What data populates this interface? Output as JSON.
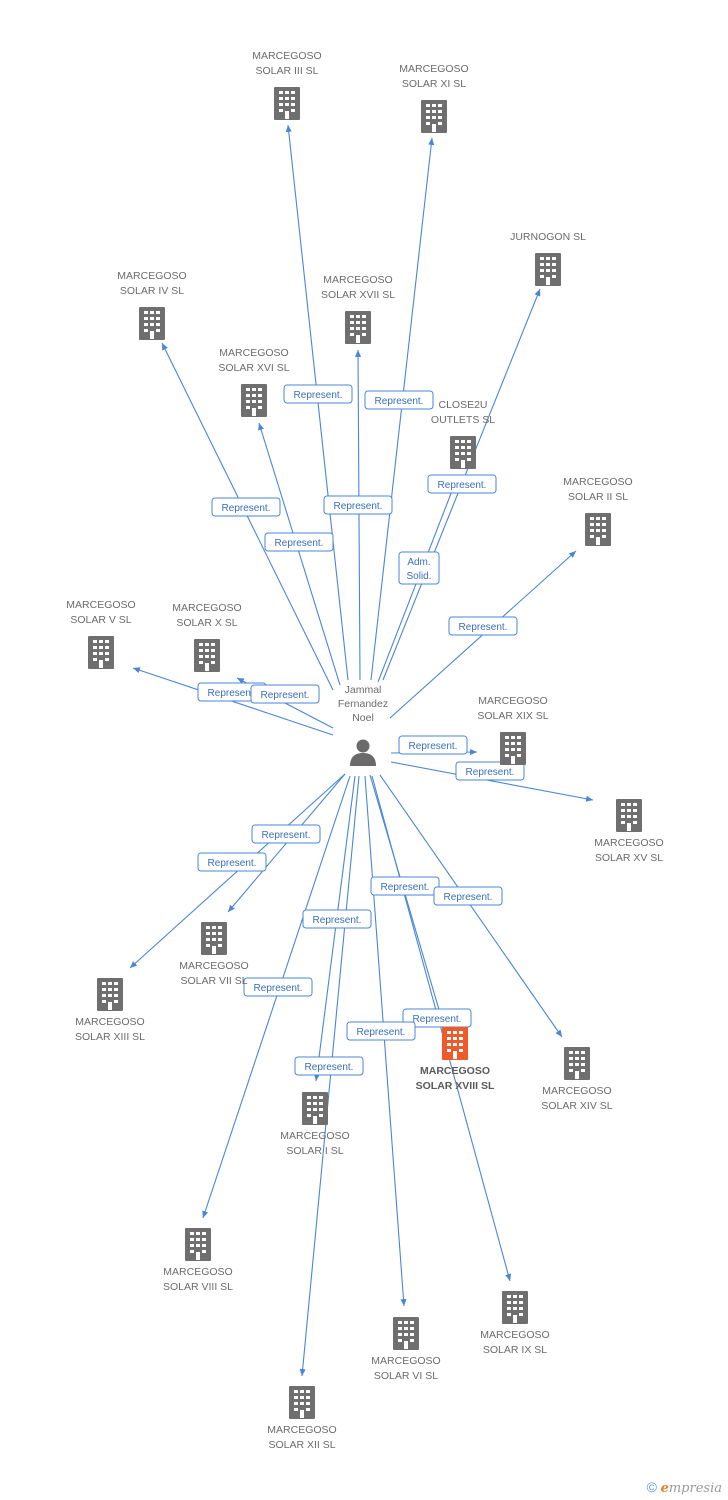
{
  "colors": {
    "edge": "#4a86d4",
    "node": "#6f6f6f",
    "highlight": "#f05a28",
    "person": "#6a6a6a"
  },
  "center": {
    "label": [
      "Jammal",
      "Fernandez",
      "Noel"
    ],
    "icon": "person-icon"
  },
  "nodes": [
    {
      "id": "iii",
      "label": [
        "MARCEGOSO",
        "SOLAR III SL"
      ]
    },
    {
      "id": "xi",
      "label": [
        "MARCEGOSO",
        "SOLAR XI SL"
      ]
    },
    {
      "id": "jurn",
      "label": [
        "JURNOGON  SL"
      ]
    },
    {
      "id": "iv",
      "label": [
        "MARCEGOSO",
        "SOLAR IV SL"
      ]
    },
    {
      "id": "xvii",
      "label": [
        "MARCEGOSO",
        "SOLAR XVII SL"
      ]
    },
    {
      "id": "xvi",
      "label": [
        "MARCEGOSO",
        "SOLAR XVI SL"
      ]
    },
    {
      "id": "close",
      "label": [
        "CLOSE2U",
        "OUTLETS SL"
      ]
    },
    {
      "id": "ii",
      "label": [
        "MARCEGOSO",
        "SOLAR II SL"
      ]
    },
    {
      "id": "v",
      "label": [
        "MARCEGOSO",
        "SOLAR V SL"
      ]
    },
    {
      "id": "x",
      "label": [
        "MARCEGOSO",
        "SOLAR X SL"
      ]
    },
    {
      "id": "xix",
      "label": [
        "MARCEGOSO",
        "SOLAR XIX SL"
      ]
    },
    {
      "id": "xv",
      "label": [
        "MARCEGOSO",
        "SOLAR XV SL"
      ]
    },
    {
      "id": "vii",
      "label": [
        "MARCEGOSO",
        "SOLAR VII SL"
      ]
    },
    {
      "id": "xiii",
      "label": [
        "MARCEGOSO",
        "SOLAR XIII SL"
      ]
    },
    {
      "id": "xviii",
      "label": [
        "MARCEGOSO",
        "SOLAR XVIII SL"
      ],
      "highlight": true
    },
    {
      "id": "xiv",
      "label": [
        "MARCEGOSO",
        "SOLAR XIV SL"
      ]
    },
    {
      "id": "i",
      "label": [
        "MARCEGOSO",
        "SOLAR I SL"
      ]
    },
    {
      "id": "viii",
      "label": [
        "MARCEGOSO",
        "SOLAR VIII SL"
      ]
    },
    {
      "id": "ix",
      "label": [
        "MARCEGOSO",
        "SOLAR IX SL"
      ]
    },
    {
      "id": "vi",
      "label": [
        "MARCEGOSO",
        "SOLAR VI SL"
      ]
    },
    {
      "id": "xii",
      "label": [
        "MARCEGOSO",
        "SOLAR XII SL"
      ]
    }
  ],
  "edges": [
    {
      "to": "iii",
      "label": [
        "Represent."
      ]
    },
    {
      "to": "xi",
      "label": [
        "Represent."
      ]
    },
    {
      "to": "jurn",
      "label": [
        "Represent."
      ]
    },
    {
      "to": "iv",
      "label": [
        "Represent."
      ]
    },
    {
      "to": "xvii",
      "label": [
        "Represent."
      ]
    },
    {
      "to": "xvi",
      "label": [
        "Represent."
      ]
    },
    {
      "to": "close",
      "label": [
        "Adm.",
        "Solid."
      ]
    },
    {
      "to": "ii",
      "label": [
        "Represent."
      ]
    },
    {
      "to": "v",
      "label": [
        "Represent."
      ]
    },
    {
      "to": "x",
      "label": [
        "Represent."
      ]
    },
    {
      "to": "xix",
      "label": [
        "Represent."
      ]
    },
    {
      "to": "xv",
      "label": [
        "Represent."
      ]
    },
    {
      "to": "vii",
      "label": [
        "Represent."
      ]
    },
    {
      "to": "xiii",
      "label": [
        "Represent."
      ]
    },
    {
      "to": "xviii",
      "label": [
        "Represent."
      ]
    },
    {
      "to": "xiv",
      "label": [
        "Represent."
      ]
    },
    {
      "to": "i",
      "label": [
        "Represent."
      ]
    },
    {
      "to": "viii",
      "label": [
        "Represent."
      ]
    },
    {
      "to": "ix",
      "label": [
        "Represent."
      ]
    },
    {
      "to": "vi",
      "label": [
        "Represent."
      ]
    },
    {
      "to": "xii",
      "label": [
        "Represent."
      ]
    }
  ],
  "brand": {
    "copyright": "©",
    "initial": "e",
    "rest": "mpresia"
  }
}
